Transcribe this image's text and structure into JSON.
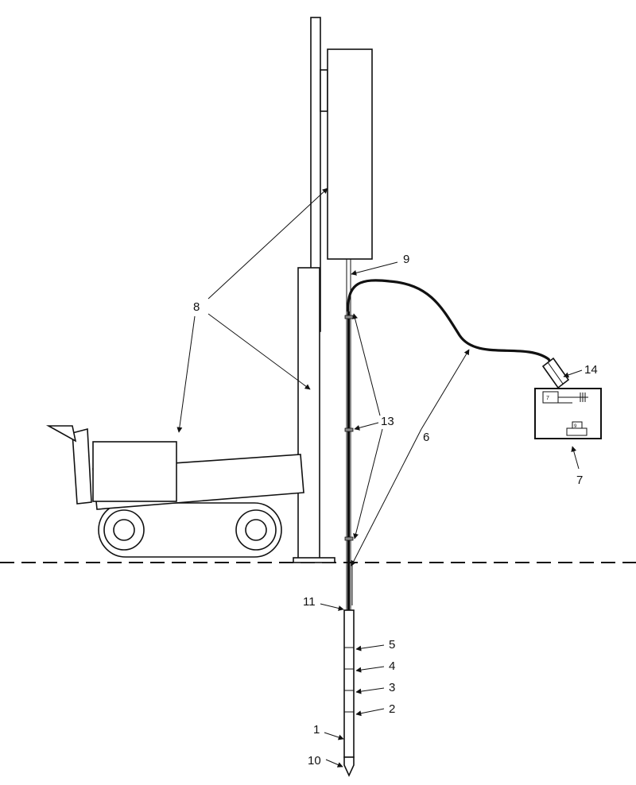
{
  "labels": {
    "l1": "1",
    "l2": "2",
    "l3": "3",
    "l4": "4",
    "l5": "5",
    "l6": "6",
    "l7": "7",
    "l8": "8",
    "l9": "9",
    "l10": "10",
    "l11": "11",
    "l13": "13",
    "l14": "14"
  },
  "colors": {
    "line": "#111111",
    "background": "#ffffff"
  }
}
